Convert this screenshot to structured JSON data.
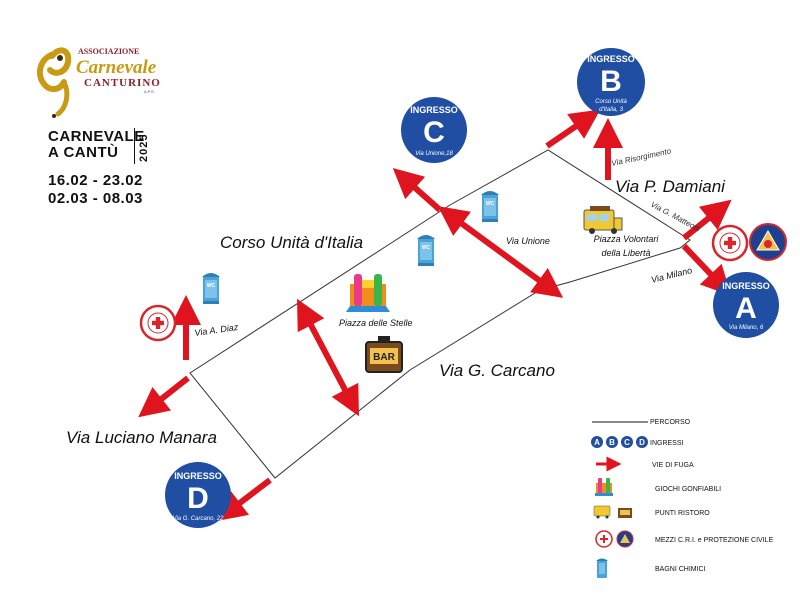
{
  "logo": {
    "line1": "ASSOCIAZIONE",
    "line2": "Carnevale",
    "line3": "CANTURINO",
    "suffix": "A.P.S."
  },
  "event": {
    "title_line1": "CARNEVALE",
    "title_line2": "A CANTÙ",
    "year": "2025",
    "dates": [
      "16.02 - 23.02",
      "02.03 - 08.03"
    ]
  },
  "streets": {
    "corso": "Corso Unità d'Italia",
    "carcano": "Via G. Carcano",
    "manara": "Via Luciano Manara",
    "damiani": "Via P. Damiani",
    "diaz": "Via A. Diaz",
    "unione": "Via Unione",
    "risorgimento": "Via Risorgimento",
    "matteotti": "Via G. Matteotti",
    "milano": "Via Milano"
  },
  "places": {
    "stelle": "Piazza delle Stelle",
    "volontari_line1": "Piazza Volontari",
    "volontari_line2": "della Libertà"
  },
  "bar_sign": "BAR",
  "toilet_label": "WC",
  "entrances": [
    {
      "id": "A",
      "title": "INGRESSO",
      "letter": "A",
      "address": "Via Milano, 6"
    },
    {
      "id": "B",
      "title": "INGRESSO",
      "letter": "B",
      "address_line1": "Corso Unità",
      "address_line2": "d'Italia, 3"
    },
    {
      "id": "C",
      "title": "INGRESSO",
      "letter": "C",
      "address": "Via Unione,18"
    },
    {
      "id": "D",
      "title": "INGRESSO",
      "letter": "D",
      "address": "Via G. Carcano, 22"
    }
  ],
  "legend": {
    "percorso": "PERCORSO",
    "ingressi_letters": [
      "A",
      "B",
      "C",
      "D"
    ],
    "ingressi": "INGRESSI",
    "vie_di_fuga": "VIE DI FUGA",
    "giochi": "GIOCHI GONFIABILI",
    "ristoro": "PUNTI RISTORO",
    "mezzi": "MEZZI C.R.I. e PROTEZIONE CIVILE",
    "bagni": "BAGNI CHIMICI"
  },
  "colors": {
    "entrance_blue": "#1f4ea3",
    "arrow_red": "#e0141e",
    "cri_red": "#d8262d",
    "toilet_blue": "#4aa3d8",
    "logo_gold": "#c89b12",
    "logo_red": "#8b1f27"
  }
}
